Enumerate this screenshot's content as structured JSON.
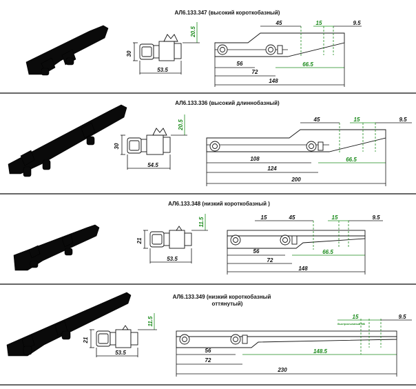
{
  "sections": [
    {
      "title": "АЛ6.133.347 (высокий  короткобазный)",
      "side": {
        "height": "30",
        "width": "53.5",
        "top": "20.5"
      },
      "plan": {
        "d1": "45",
        "d2": "15",
        "d3": "9.5",
        "d4": "56",
        "d5": "72",
        "d6": "66.5",
        "d7": "148"
      }
    },
    {
      "title": "АЛ6.133.336 (высокий длиннобазный)",
      "side": {
        "height": "30",
        "width": "54.5",
        "top": "20.5"
      },
      "plan": {
        "d1": "45",
        "d2": "15",
        "d3": "9.5",
        "d4": "108",
        "d5": "124",
        "d6": "66.5",
        "d7": "200"
      }
    },
    {
      "title": "АЛ6.133.348 (низкий короткобазный )",
      "side": {
        "height": "21",
        "width": "53.5",
        "top": "11.5"
      },
      "plan": {
        "d0": "15",
        "d1": "45",
        "d2": "15",
        "d3": "9.5",
        "d4": "56",
        "d5": "72",
        "d6": "66.5",
        "d7": "148"
      }
    },
    {
      "title": "АЛ6.133.349 (низкий  короткобазный",
      "title2": "оттянутый)",
      "side": {
        "height": "21",
        "width": "53.5",
        "top": "11.5"
      },
      "plan": {
        "d2": "15",
        "d3": "9.5",
        "note": "быстросъемный М6",
        "d4": "56",
        "d5": "72",
        "d6": "148.5",
        "d7": "230"
      }
    }
  ]
}
